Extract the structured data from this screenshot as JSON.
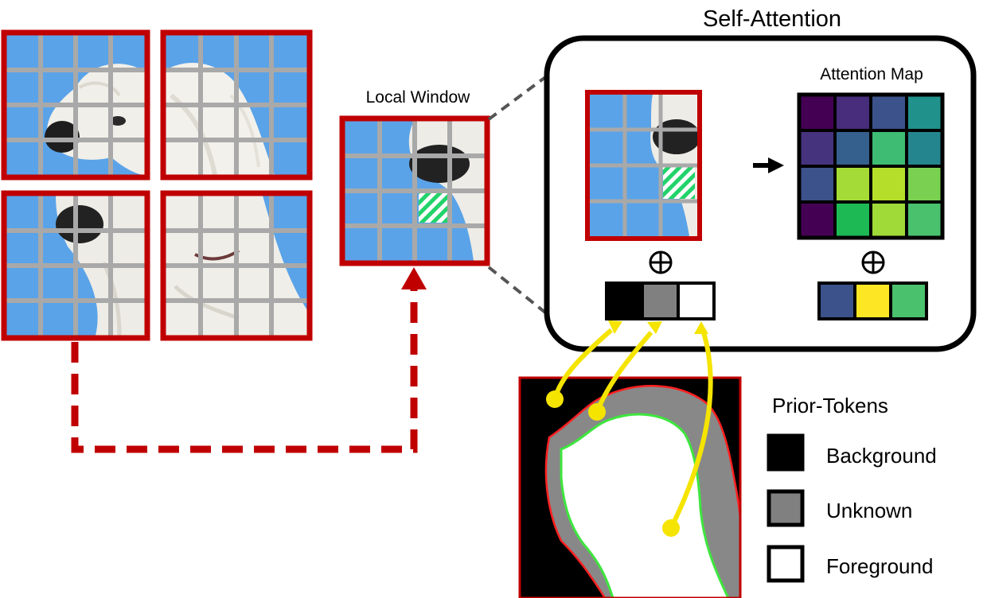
{
  "diagram": {
    "self_attention_title": "Self-Attention",
    "local_window_label": "Local Window",
    "attention_map_label": "Attention Map",
    "plus_symbol": "⊕",
    "prior_tokens": {
      "title": "Prior-Tokens",
      "items": [
        {
          "label": "Background",
          "color": "#000000"
        },
        {
          "label": "Unknown",
          "color": "#808080"
        },
        {
          "label": "Foreground",
          "color": "#ffffff"
        }
      ]
    },
    "attention_map_colors": [
      [
        "#440154",
        "#472d7b",
        "#3b528b",
        "#21918c"
      ],
      [
        "#46337e",
        "#355f8d",
        "#3fbc73",
        "#25858e"
      ],
      [
        "#3b528b",
        "#a5db36",
        "#b5de2b",
        "#7ad151"
      ],
      [
        "#440154",
        "#1db955",
        "#a0da39",
        "#4ac16d"
      ]
    ],
    "prior_token_row": [
      "#000000",
      "#808080",
      "#ffffff"
    ],
    "attention_token_row": [
      "#3b528b",
      "#fde725",
      "#4ac16d"
    ],
    "colors": {
      "frame_red": "#c00000",
      "sky_blue": "#5aa3e8",
      "grid_gray": "#a9a9a9",
      "highlight_green": "#22d36a",
      "arrow_yellow": "#f5e400",
      "outline_green": "#3ee63e"
    }
  }
}
